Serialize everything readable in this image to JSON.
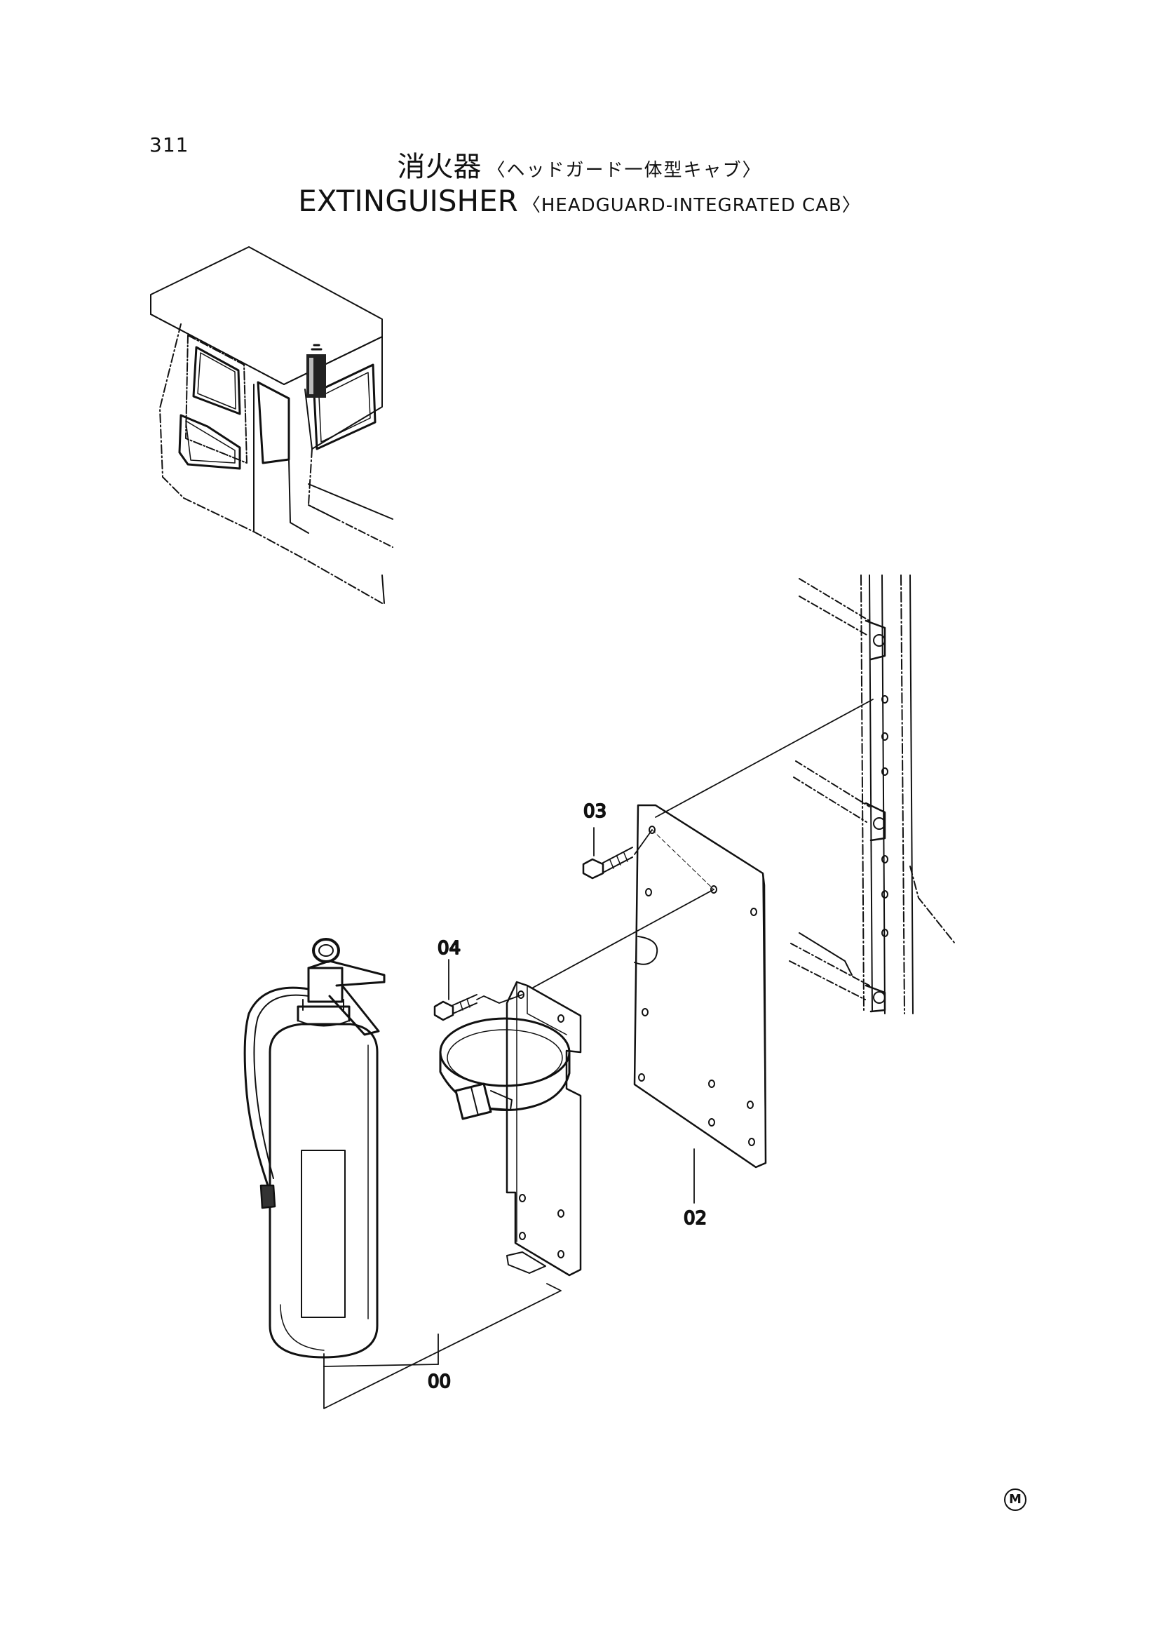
{
  "page_number": "311",
  "title_jp": {
    "main": "消火器",
    "sub": "〈ヘッドガード一体型キャブ〉"
  },
  "title_en": {
    "main": "EXTINGUISHER",
    "sub": "〈HEADGUARD-INTEGRATED CAB〉"
  },
  "callouts": {
    "c00": "00",
    "c02": "02",
    "c03": "03",
    "c04": "04"
  },
  "mark": "M"
}
